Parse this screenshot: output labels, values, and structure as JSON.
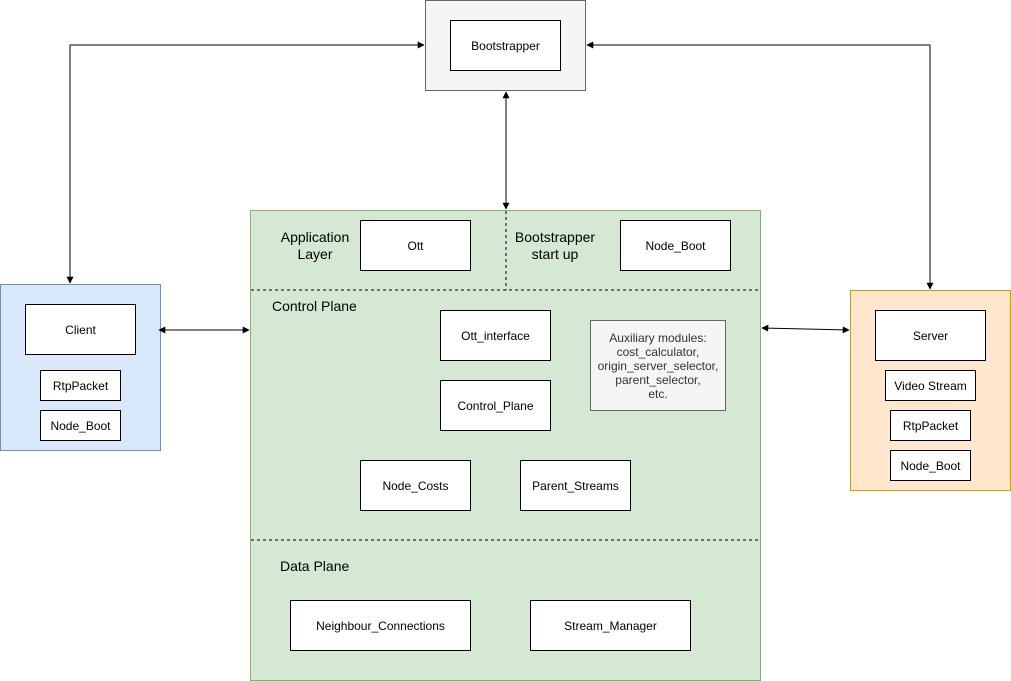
{
  "bootstrapper": {
    "title": "Bootstrapper"
  },
  "client": {
    "title": "Client",
    "modules": [
      "RtpPacket",
      "Node_Boot"
    ]
  },
  "server": {
    "title": "Server",
    "modules": [
      "Video Stream",
      "RtpPacket",
      "Node_Boot"
    ]
  },
  "node": {
    "application_layer": {
      "label": "Application\nLayer",
      "module": "Ott"
    },
    "bootstrapper_startup": {
      "label": "Bootstrapper\nstart up",
      "module": "Node_Boot"
    },
    "control_plane": {
      "label": "Control Plane",
      "modules": [
        "Ott_interface",
        "Control_Plane",
        "Node_Costs",
        "Parent_Streams"
      ],
      "auxiliary": "Auxiliary modules:\ncost_calculator,\norigin_server_selector,\nparent_selector,\netc."
    },
    "data_plane": {
      "label": "Data Plane",
      "modules": [
        "Neighbour_Connections",
        "Stream_Manager"
      ]
    }
  },
  "colors": {
    "node_fill": "#d5e8d4",
    "node_stroke": "#82b366",
    "client_fill": "#dae8fc",
    "client_stroke": "#6c8ebf",
    "server_fill": "#ffe6cc",
    "server_stroke": "#d79b00",
    "bootstrapper_fill": "#f5f5f5",
    "bootstrapper_stroke": "#666666"
  }
}
